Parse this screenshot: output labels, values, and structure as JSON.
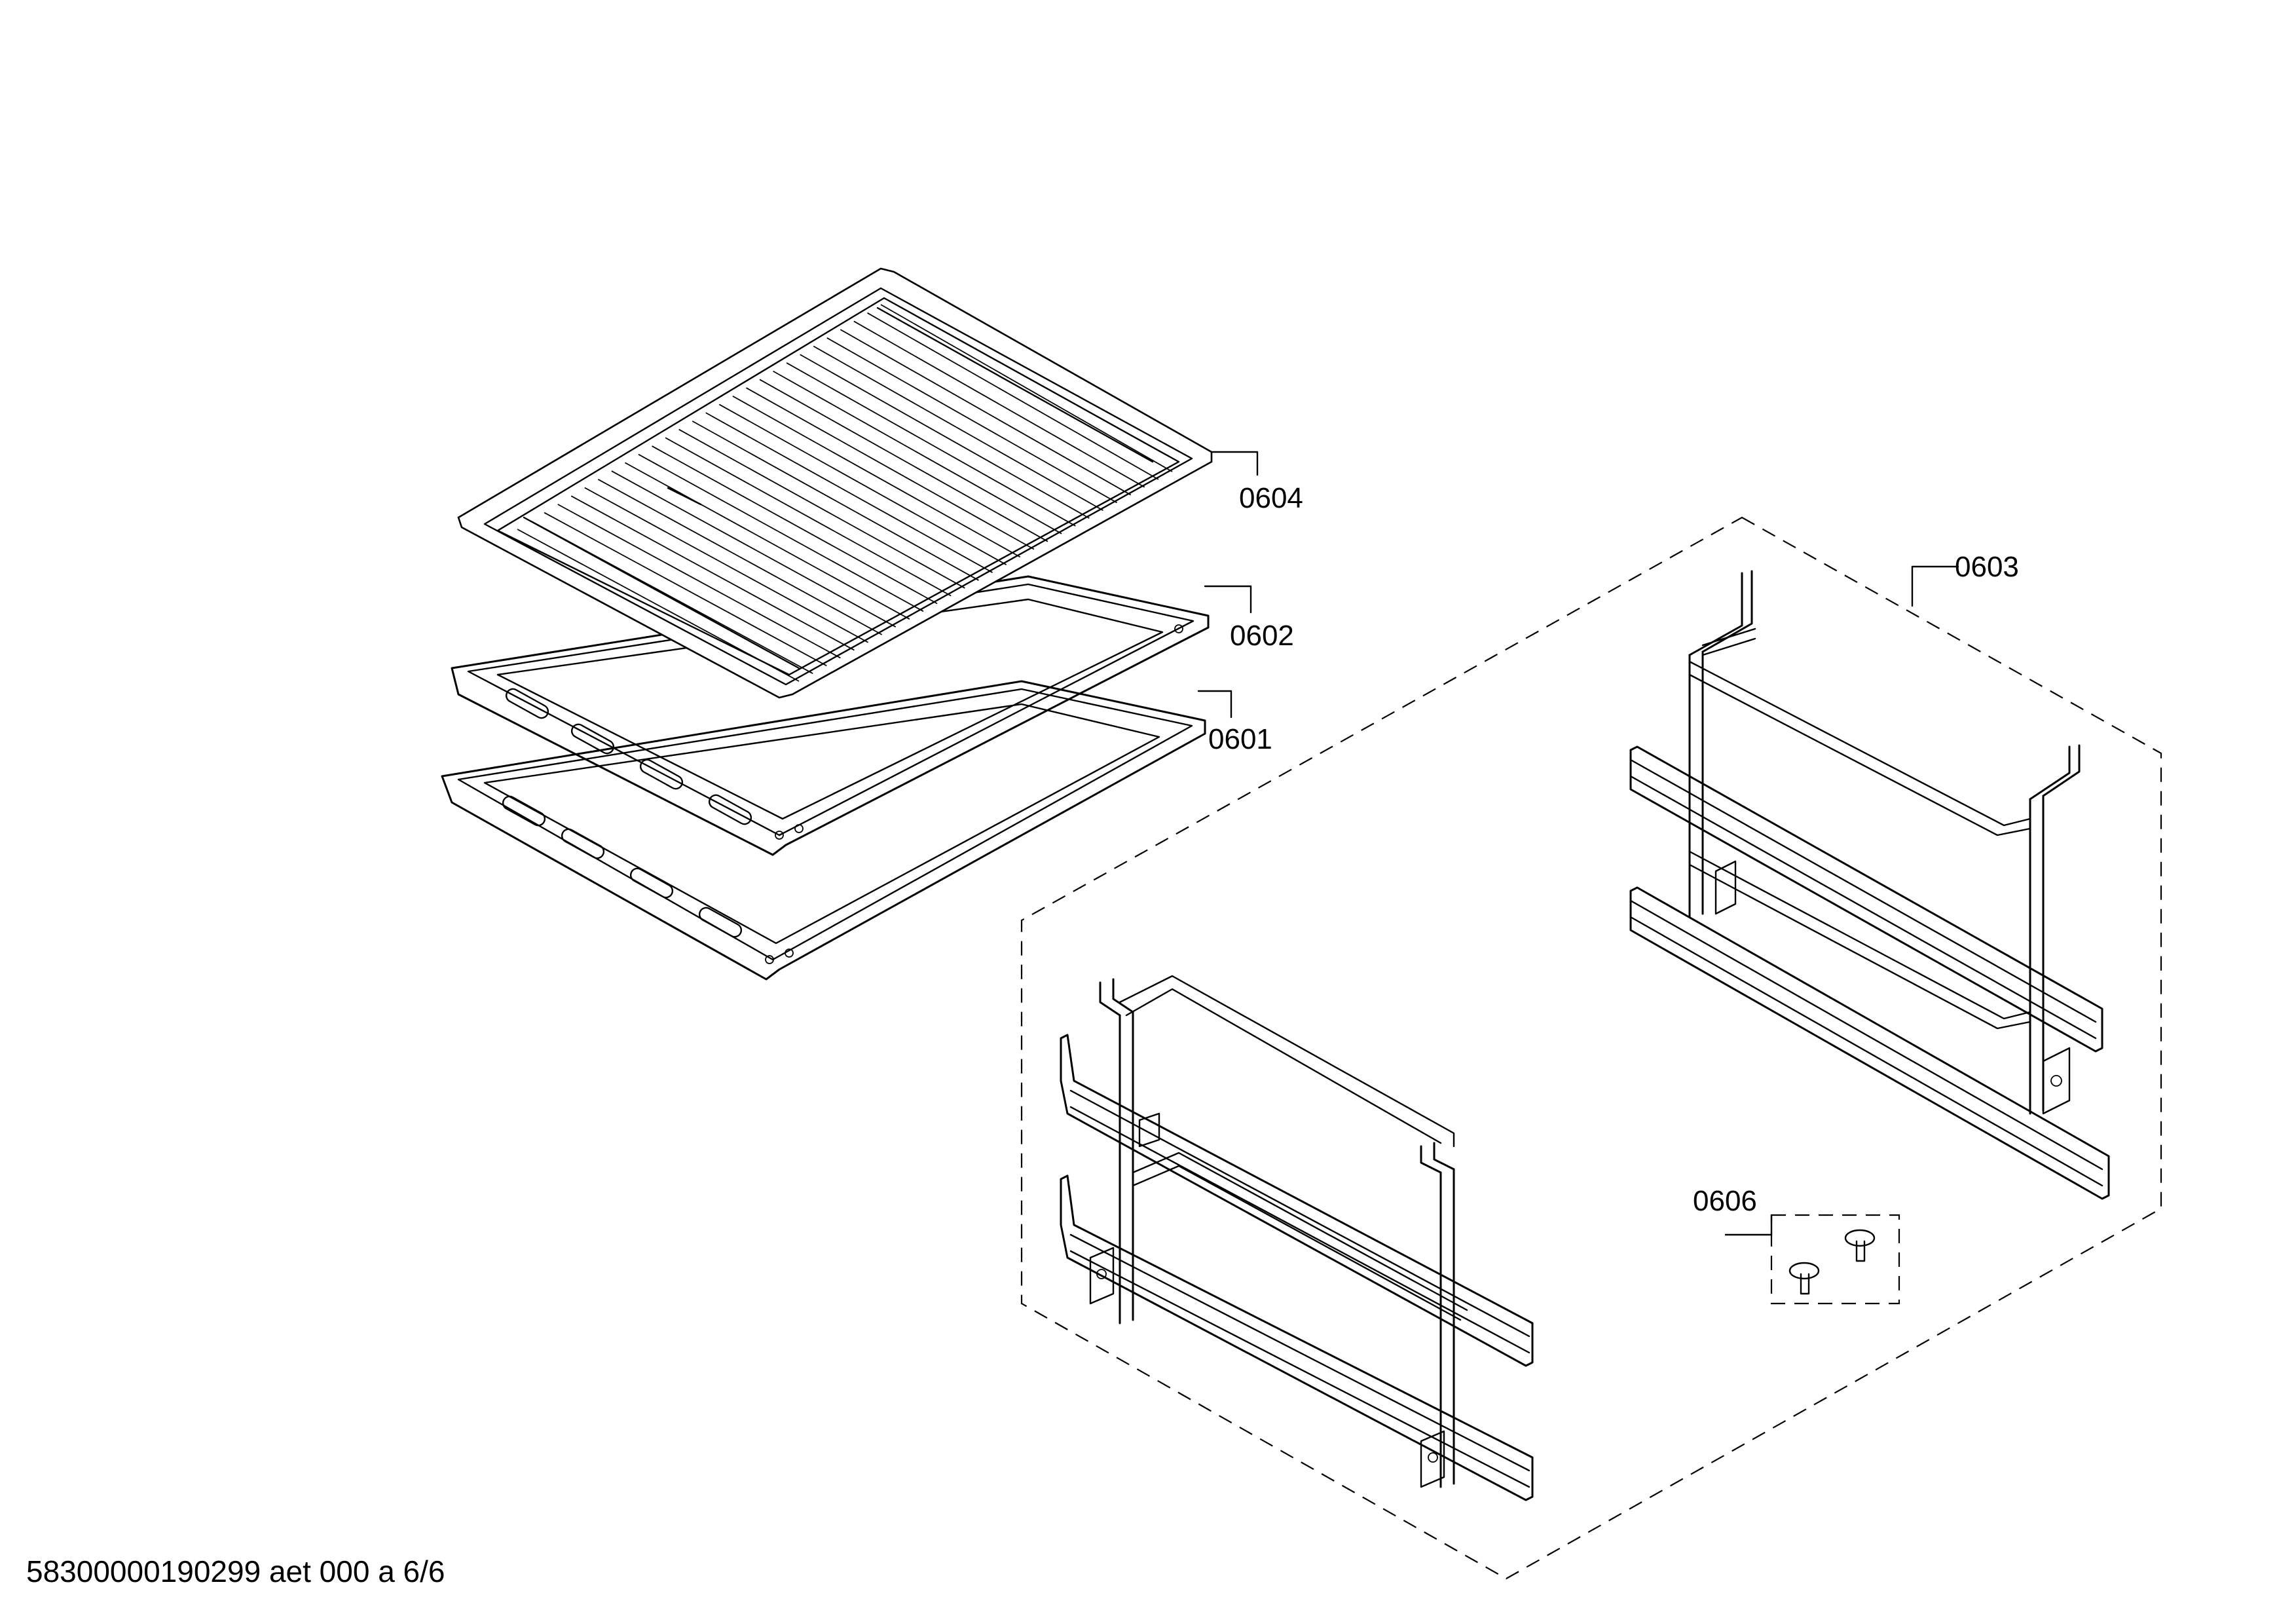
{
  "callouts": [
    {
      "id": "0604",
      "label": "0604"
    },
    {
      "id": "0602",
      "label": "0602"
    },
    {
      "id": "0601",
      "label": "0601"
    },
    {
      "id": "0603",
      "label": "0603"
    },
    {
      "id": "0606",
      "label": "0606"
    }
  ],
  "footer": {
    "drawing_code": "58300000190299 aet 000 a 6/6"
  }
}
